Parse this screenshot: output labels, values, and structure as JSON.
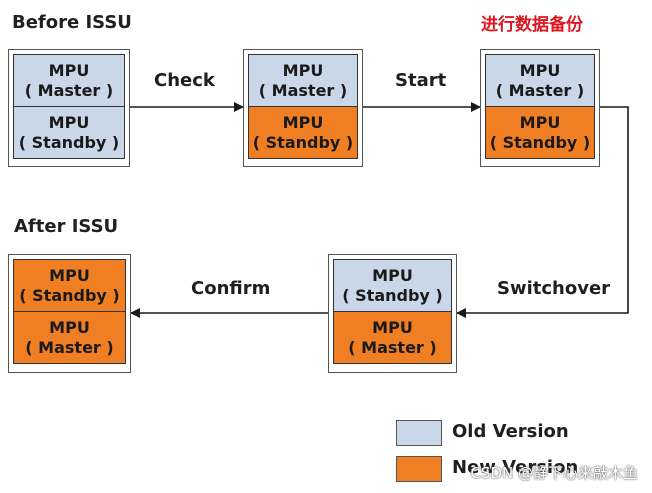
{
  "headings": {
    "before": "Before ISSU",
    "after": "After ISSU",
    "backup": "进行数据备份"
  },
  "steps": {
    "check": "Check",
    "start": "Start",
    "switchover": "Switchover",
    "confirm": "Confirm"
  },
  "boxes": [
    {
      "top": {
        "title": "MPU",
        "role": "( Master )",
        "version": "old"
      },
      "bottom": {
        "title": "MPU",
        "role": "( Standby )",
        "version": "old"
      }
    },
    {
      "top": {
        "title": "MPU",
        "role": "( Master )",
        "version": "old"
      },
      "bottom": {
        "title": "MPU",
        "role": "( Standby )",
        "version": "new"
      }
    },
    {
      "top": {
        "title": "MPU",
        "role": "( Master )",
        "version": "old"
      },
      "bottom": {
        "title": "MPU",
        "role": "( Standby )",
        "version": "new"
      }
    },
    {
      "top": {
        "title": "MPU",
        "role": "( Standby )",
        "version": "old"
      },
      "bottom": {
        "title": "MPU",
        "role": "( Master )",
        "version": "new"
      }
    },
    {
      "top": {
        "title": "MPU",
        "role": "( Standby )",
        "version": "new"
      },
      "bottom": {
        "title": "MPU",
        "role": "( Master )",
        "version": "new"
      }
    }
  ],
  "legend": {
    "old": "Old Version",
    "new": "New Version"
  },
  "colors": {
    "old_version": "#c9d7e8",
    "new_version": "#f07f23",
    "backup_text": "#e0141e"
  },
  "watermark": "CSDN @静下心来敲木鱼"
}
